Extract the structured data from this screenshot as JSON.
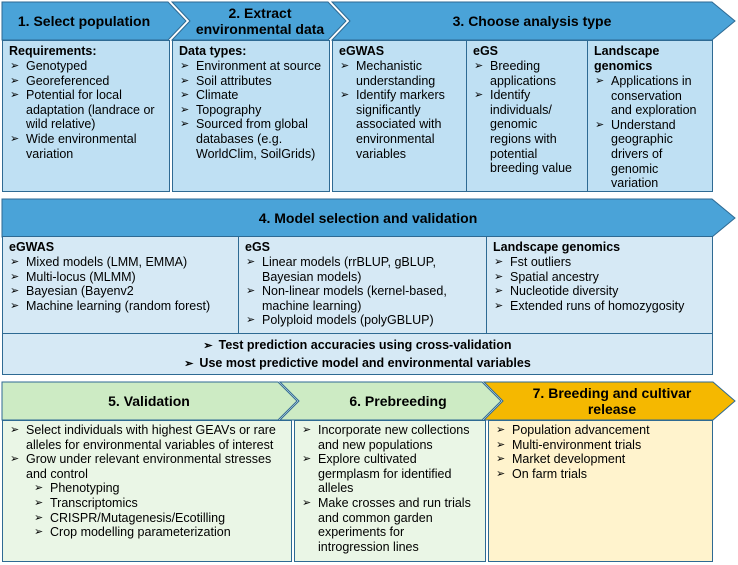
{
  "colors": {
    "arrow_blue": "#4aa3d8",
    "arrow_green": "#cdebc4",
    "arrow_orange": "#f5b800",
    "border": "#2e6a93"
  },
  "steps": {
    "s1": "1. Select population",
    "s2_line1": "2. Extract",
    "s2_line2": "environmental data",
    "s3": "3. Choose analysis type",
    "s4": "4. Model selection and validation",
    "s5": "5. Validation",
    "s6": "6. Prebreeding",
    "s7_line1": "7. Breeding and cultivar",
    "s7_line2": "release"
  },
  "select_population": {
    "heading": "Requirements:",
    "items": [
      "Genotyped",
      "Georeferenced",
      "Potential for local adaptation (landrace or wild relative)",
      "Wide environmental variation"
    ]
  },
  "extract_data": {
    "heading": "Data types:",
    "items": [
      "Environment at source",
      "Soil attributes",
      "Climate",
      "Topography",
      "Sourced from global databases (e.g. WorldClim, SoilGrids)"
    ]
  },
  "analysis_types": [
    {
      "heading": "eGWAS",
      "items": [
        "Mechanistic understanding",
        "Identify markers significantly associated with environmental variables"
      ]
    },
    {
      "heading": "eGS",
      "items": [
        "Breeding applications",
        "Identify individuals/ genomic regions with potential breeding value"
      ]
    },
    {
      "heading": "Landscape genomics",
      "items": [
        "Applications in conservation and exploration",
        "Understand geographic drivers of genomic variation"
      ]
    }
  ],
  "models": [
    {
      "heading": "eGWAS",
      "items": [
        "Mixed models (LMM, EMMA)",
        "Multi-locus (MLMM)",
        "Bayesian (Bayenv2",
        "Machine learning (random forest)"
      ]
    },
    {
      "heading": "eGS",
      "items": [
        "Linear models (rrBLUP, gBLUP, Bayesian models)",
        "Non-linear models (kernel-based, machine learning)",
        "Polyploid models (polyGBLUP)"
      ]
    },
    {
      "heading": "Landscape genomics",
      "items": [
        "Fst outliers",
        "Spatial ancestry",
        "Nucleotide diversity",
        "Extended runs of homozygosity"
      ]
    }
  ],
  "cross_validation": [
    "Test prediction accuracies using cross-validation",
    "Use most predictive model and environmental variables"
  ],
  "validation": {
    "items": [
      "Select individuals with highest GEAVs or rare alleles for environmental variables of interest",
      "Grow under relevant environmental stresses and control"
    ],
    "subitems": [
      "Phenotyping",
      "Transcriptomics",
      "CRISPR/Mutagenesis/Ecotilling",
      "Crop modelling parameterization"
    ]
  },
  "prebreeding": {
    "items": [
      "Incorporate new collections and new populations",
      "Explore cultivated germplasm for identified alleles",
      "Make crosses and run trials and common garden experiments for introgression lines"
    ]
  },
  "breeding": {
    "items": [
      "Population advancement",
      "Multi-environment trials",
      "Market development",
      "On farm trials"
    ]
  }
}
